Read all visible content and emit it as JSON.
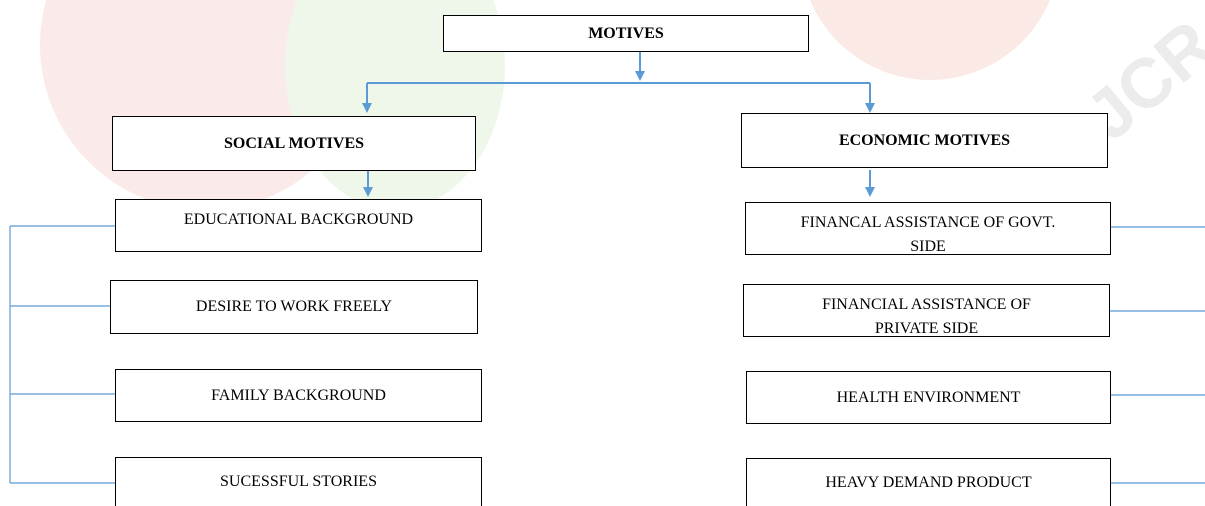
{
  "root": {
    "label": "MOTIVES"
  },
  "social": {
    "label": "SOCIAL MOTIVES",
    "items": [
      "EDUCATIONAL BACKGROUND",
      "DESIRE TO WORK FREELY",
      "FAMILY BACKGROUND",
      "SUCESSFUL STORIES"
    ]
  },
  "economic": {
    "label": "ECONOMIC MOTIVES",
    "items": [
      "FINANCAL ASSISTANCE OF GOVT. SIDE",
      "FINANCIAL ASSISTANCE OF PRIVATE SIDE",
      "HEALTH ENVIRONMENT",
      "HEAVY DEMAND PRODUCT"
    ]
  },
  "colors": {
    "connector": "#5b9bd5",
    "border": "#000000"
  }
}
